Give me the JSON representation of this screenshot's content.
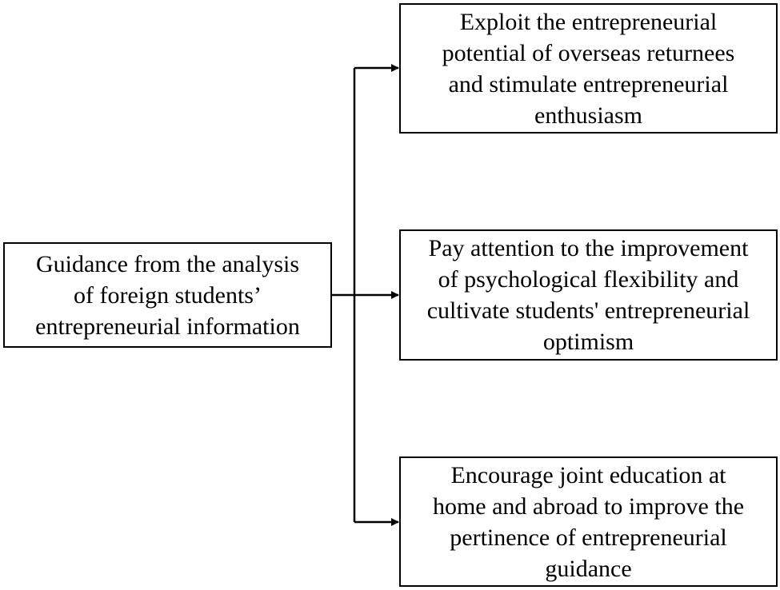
{
  "diagram": {
    "source": {
      "text": "Guidance from the analysis\nof foreign students’\nentrepreneurial information"
    },
    "targets": [
      {
        "text": "Exploit the entrepreneurial\npotential of overseas returnees\nand stimulate entrepreneurial\nenthusiasm"
      },
      {
        "text": "Pay attention to the improvement\nof psychological flexibility and\ncultivate students' entrepreneurial\noptimism"
      },
      {
        "text": "Encourage joint education at\nhome and abroad to improve the\npertinence of entrepreneurial\nguidance"
      }
    ],
    "colors": {
      "line": "#000000",
      "box_border": "#000000",
      "background": "#ffffff"
    }
  }
}
